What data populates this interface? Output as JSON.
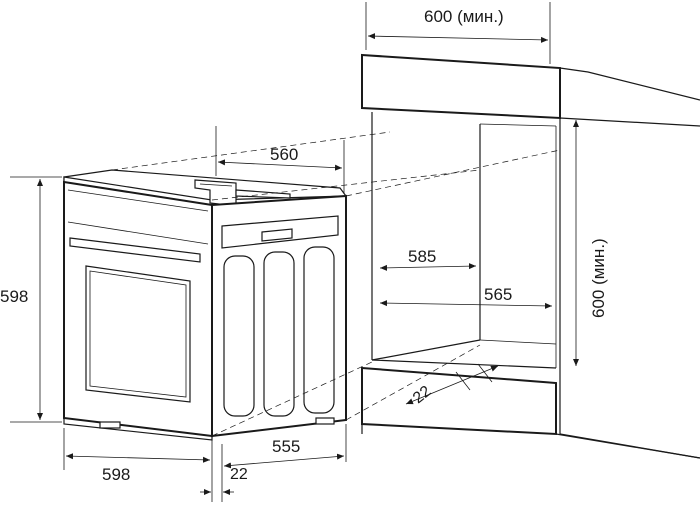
{
  "dimensions": {
    "niche_width_min": "600 (мин.)",
    "niche_height_min": "600 (мин.)",
    "oven_depth_top": "560",
    "oven_height": "598",
    "niche_inner_width": "585",
    "niche_inner_width_lower": "565",
    "vent_gap": "22",
    "oven_width": "598",
    "front_panel_depth": "22",
    "oven_body_depth": "555"
  },
  "colors": {
    "line": "#1a1a1a",
    "background": "#ffffff"
  }
}
